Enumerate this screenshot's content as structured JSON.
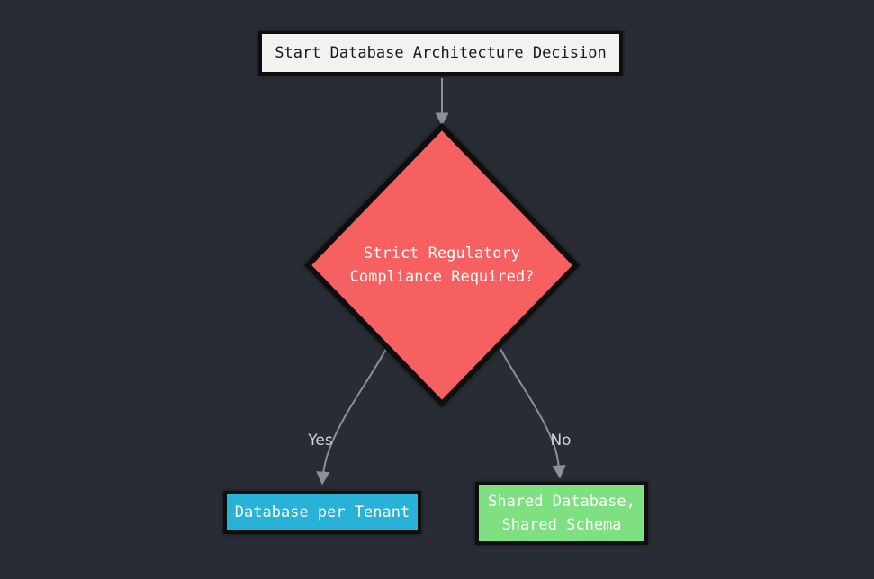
{
  "colors": {
    "background": "#282c34",
    "node_border": "#0e0e0e",
    "start_fill": "#f2f2f2",
    "start_text": "#16181d",
    "decision_fill": "#f76060",
    "decision_text": "#ffffff",
    "db_per_tenant_fill": "#29b2d8",
    "shared_db_fill": "#7ee081",
    "node_text": "#ffffff",
    "edge": "#8b919b",
    "edge_label": "#ced3da"
  },
  "diagram": {
    "type": "flowchart",
    "direction": "top-down",
    "nodes": {
      "start": {
        "shape": "rectangle",
        "label": "Start Database Architecture Decision"
      },
      "decision": {
        "shape": "diamond",
        "label": "Strict Regulatory Compliance Required?",
        "line1": "Strict Regulatory",
        "line2": "Compliance Required?"
      },
      "db_per_tenant": {
        "shape": "rectangle",
        "label": "Database per Tenant"
      },
      "shared_db": {
        "shape": "rectangle",
        "label": "Shared Database, Shared Schema",
        "line1": "Shared Database,",
        "line2": "Shared Schema"
      }
    },
    "edges": [
      {
        "from": "start",
        "to": "decision",
        "label": ""
      },
      {
        "from": "decision",
        "to": "db_per_tenant",
        "label": "Yes"
      },
      {
        "from": "decision",
        "to": "shared_db",
        "label": "No"
      }
    ]
  }
}
